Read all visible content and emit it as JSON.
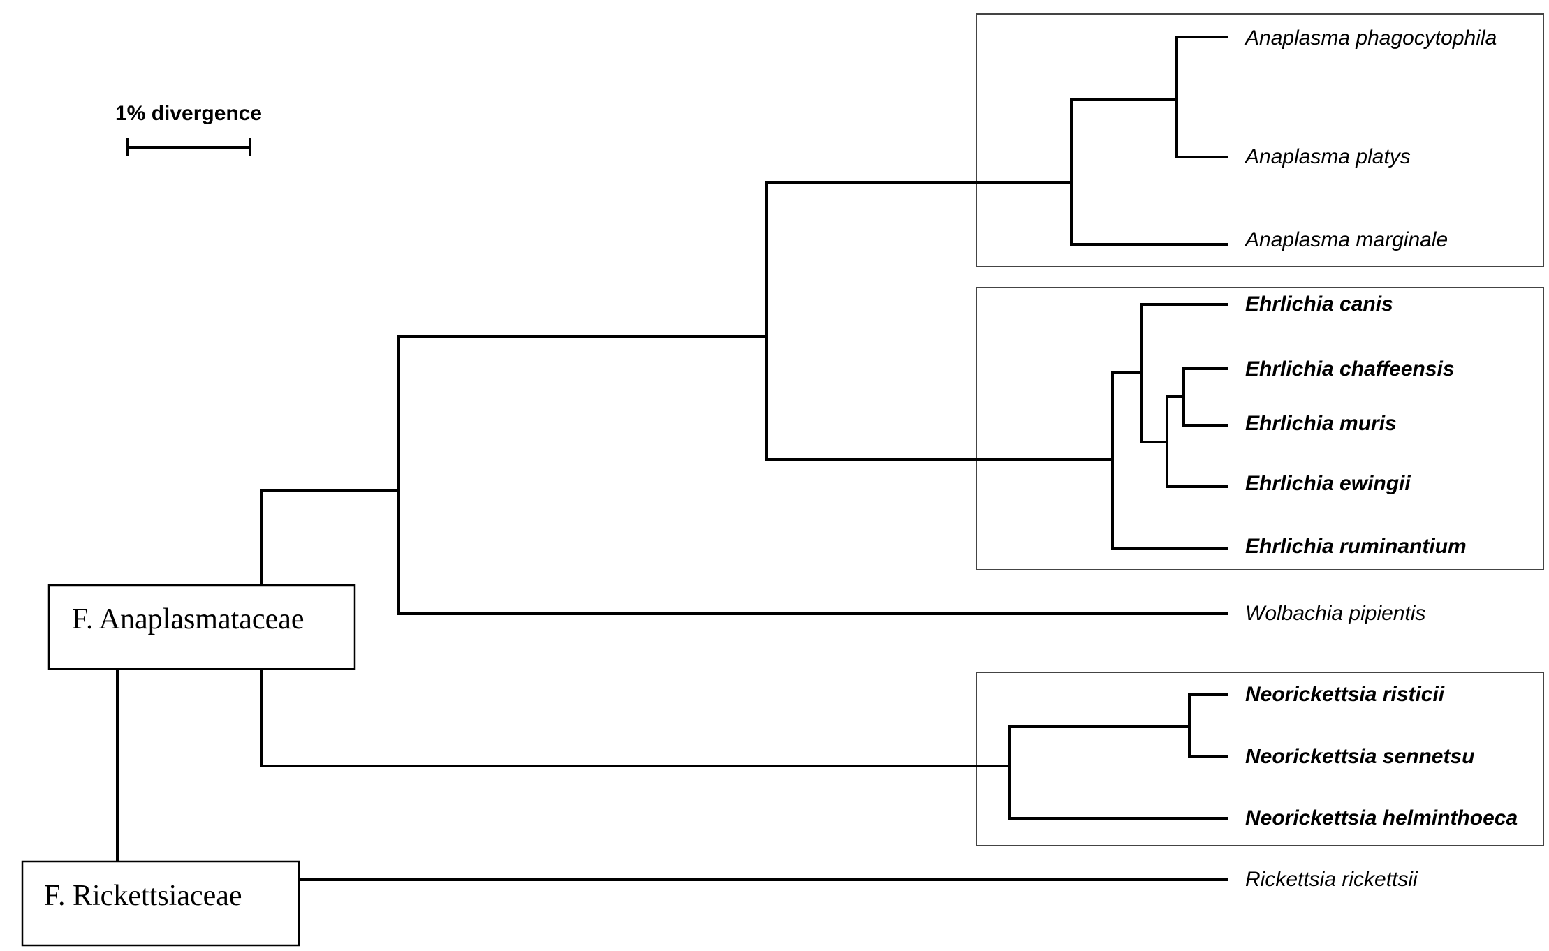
{
  "scale_bar": {
    "label": "1% divergence"
  },
  "taxa": [
    {
      "id": "aph",
      "label": "Anaplasma phagocytophila",
      "bold": false
    },
    {
      "id": "apl",
      "label": "Anaplasma platys",
      "bold": false
    },
    {
      "id": "ama",
      "label": "Anaplasma marginale",
      "bold": false
    },
    {
      "id": "eca",
      "label": "Ehrlichia canis",
      "bold": true
    },
    {
      "id": "ech",
      "label": "Ehrlichia chaffeensis",
      "bold": true
    },
    {
      "id": "emu",
      "label": "Ehrlichia muris",
      "bold": true
    },
    {
      "id": "eew",
      "label": "Ehrlichia ewingii",
      "bold": true
    },
    {
      "id": "eru",
      "label": "Ehrlichia ruminantium",
      "bold": true
    },
    {
      "id": "wpi",
      "label": "Wolbachia pipientis",
      "bold": false
    },
    {
      "id": "nri",
      "label": "Neorickettsia risticii",
      "bold": true
    },
    {
      "id": "nse",
      "label": "Neorickettsia sennetsu",
      "bold": true
    },
    {
      "id": "nhe",
      "label": "Neorickettsia helminthoeca",
      "bold": true
    },
    {
      "id": "rri",
      "label": "Rickettsia rickettsii",
      "bold": false
    }
  ],
  "families": [
    {
      "id": "anaplasmataceae",
      "label": "F. Anaplasmataceae"
    },
    {
      "id": "rickettsiaceae",
      "label": "F. Rickettsiaceae"
    }
  ]
}
